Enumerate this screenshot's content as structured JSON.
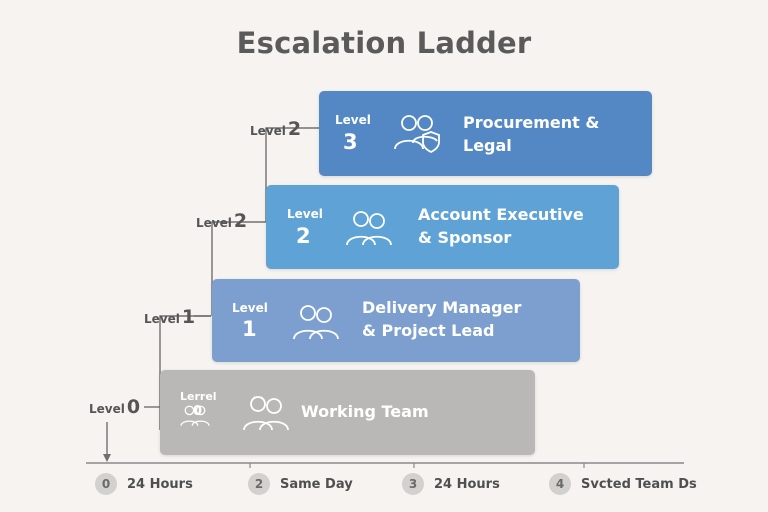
{
  "title": "Escalation Ladder",
  "levels": [
    {
      "level_word": "Lerrel",
      "level_number": "0",
      "side_word": "Level",
      "side_number": "0",
      "label_line1": "Working Team",
      "label_line2": "",
      "color": "#b9b8b7",
      "icon": "team-people-icon"
    },
    {
      "level_word": "Level",
      "level_number": "1",
      "side_word": "Level",
      "side_number": "1",
      "label_line1": "Delivery Manager",
      "label_line2": "& Project Lead",
      "color": "#7c9fcf",
      "icon": "two-people-icon"
    },
    {
      "level_word": "Level",
      "level_number": "2",
      "side_word": "Level",
      "side_number": "2",
      "label_line1": "Account Executive",
      "label_line2": "& Sponsor",
      "color": "#5fa3d6",
      "icon": "two-people-icon"
    },
    {
      "level_word": "Level",
      "level_number": "3",
      "side_word": "Level",
      "side_number": "2",
      "label_line1": "Procurement &",
      "label_line2": "Legal",
      "color": "#5488c4",
      "icon": "people-shield-icon"
    }
  ],
  "timeline": [
    {
      "number": "0",
      "label": "24 Hours"
    },
    {
      "number": "2",
      "label": "Same Day"
    },
    {
      "number": "3",
      "label": "24 Hours"
    },
    {
      "number": "4",
      "label": "Svcted Team Ds"
    }
  ],
  "colors": {
    "connector": "#707070",
    "axis": "#8a8a8a",
    "title": "#5a5a5a"
  }
}
